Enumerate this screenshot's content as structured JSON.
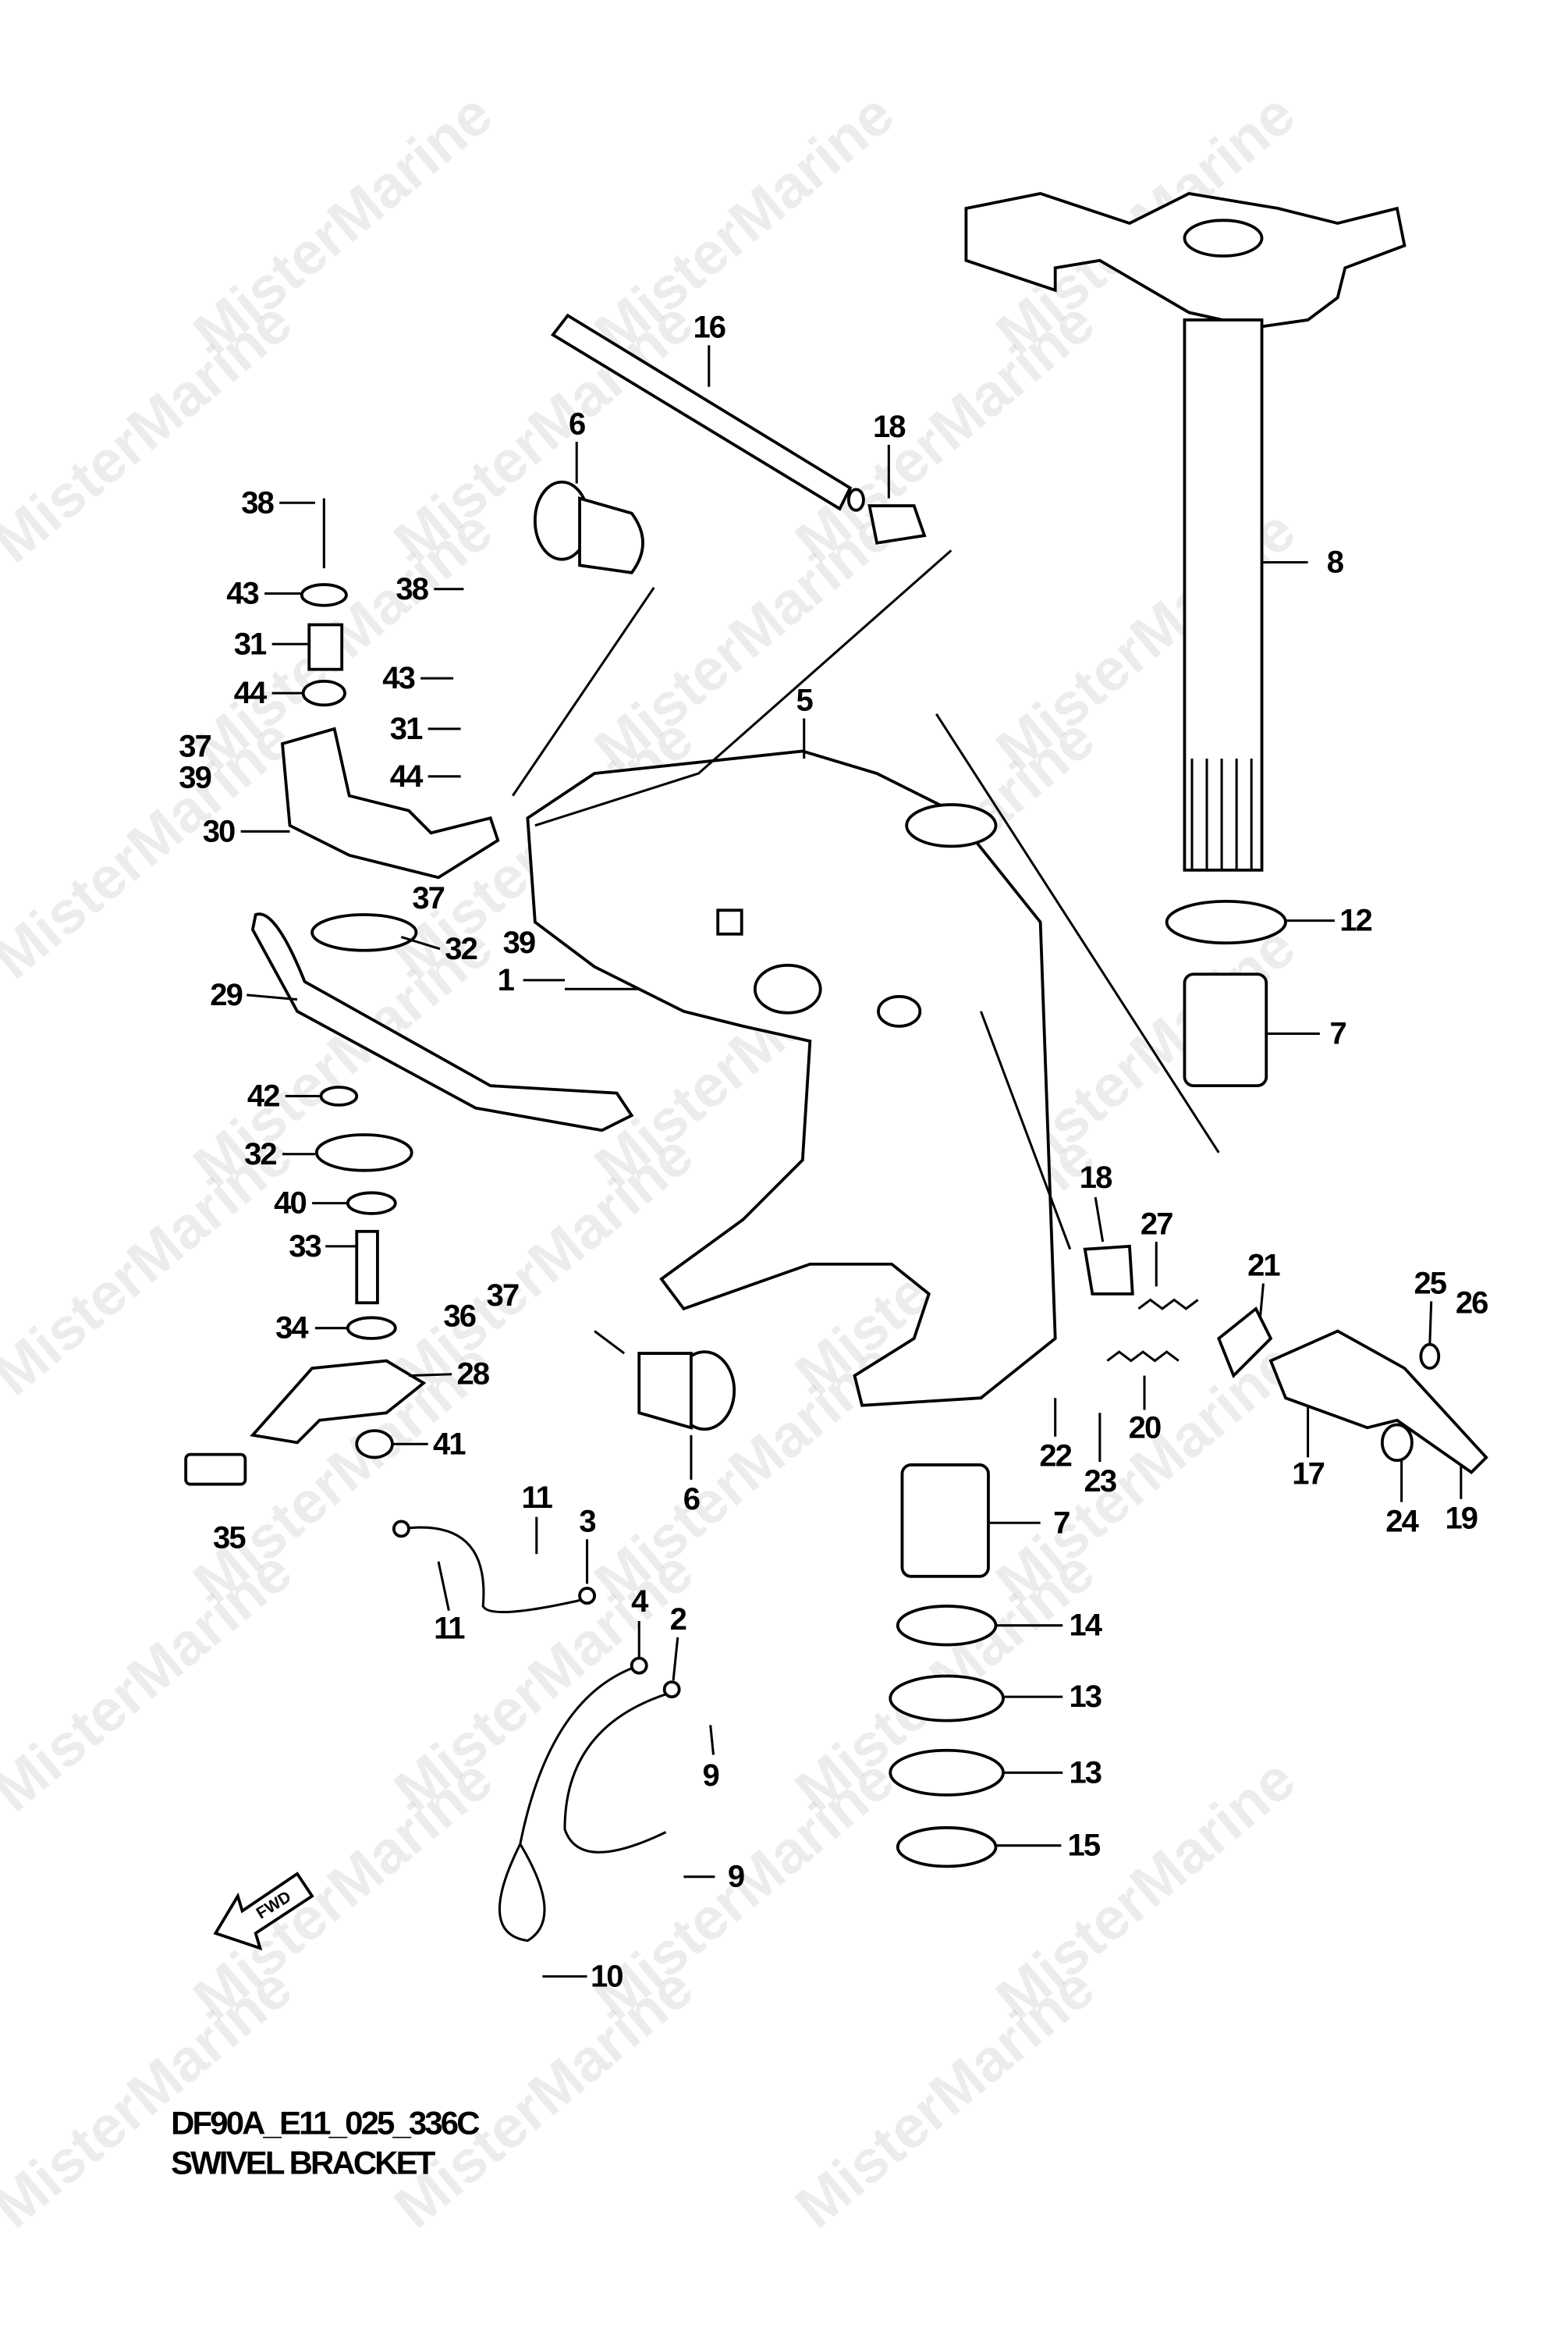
{
  "watermark": "MisterMarine",
  "diagram": {
    "code": "DF90A_E11_025_336C",
    "title": "SWIVEL BRACKET",
    "fwd_label": "FWD"
  },
  "callouts": [
    "16",
    "6",
    "18",
    "38",
    "43",
    "31",
    "44",
    "37",
    "39",
    "30",
    "38",
    "43",
    "31",
    "44",
    "37",
    "39",
    "32",
    "1",
    "29",
    "42",
    "32",
    "40",
    "33",
    "36",
    "37",
    "34",
    "28",
    "41",
    "35",
    "11",
    "3",
    "11",
    "4",
    "2",
    "9",
    "9",
    "10",
    "6",
    "5",
    "8",
    "12",
    "7",
    "18",
    "27",
    "21",
    "25",
    "26",
    "20",
    "22",
    "23",
    "17",
    "24",
    "19",
    "7",
    "14",
    "13",
    "13",
    "15"
  ]
}
